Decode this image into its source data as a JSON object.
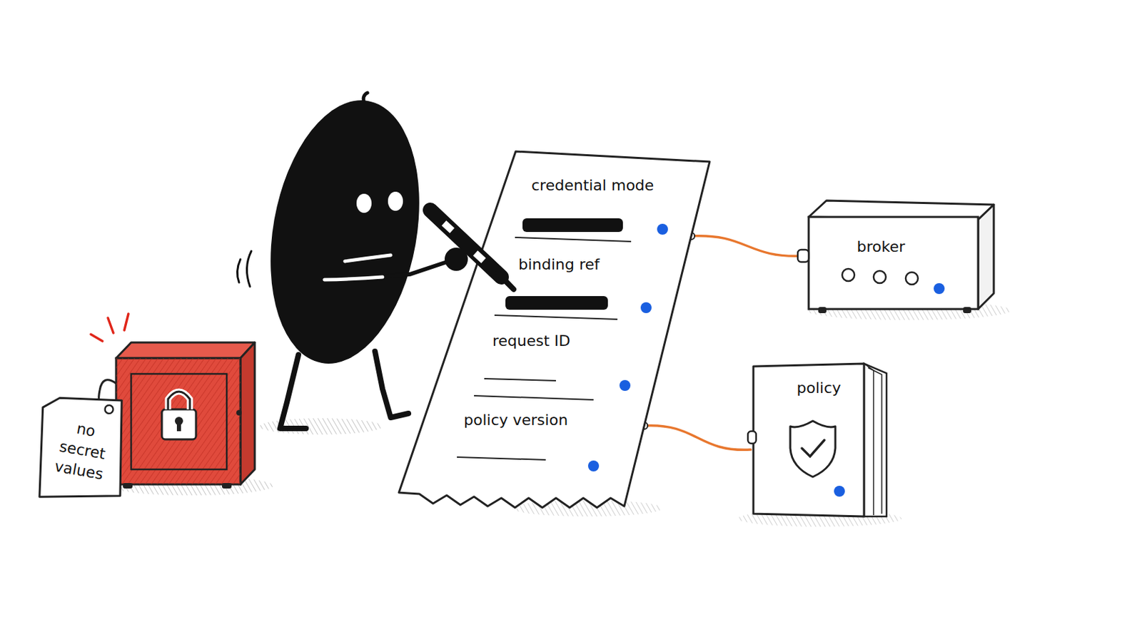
{
  "diagram": {
    "nodes": [
      {
        "text": [
          "no secret values"
        ]
      },
      {
        "text": [
          "credential mode",
          "binding ref",
          "request ID",
          "policy version"
        ]
      },
      {
        "text": [
          "broker"
        ]
      },
      {
        "text": [
          "policy"
        ]
      }
    ],
    "edges": [
      {
        "from": 1,
        "to": 2,
        "arrow": "none"
      },
      {
        "from": 1,
        "to": 3,
        "arrow": "none"
      }
    ]
  }
}
